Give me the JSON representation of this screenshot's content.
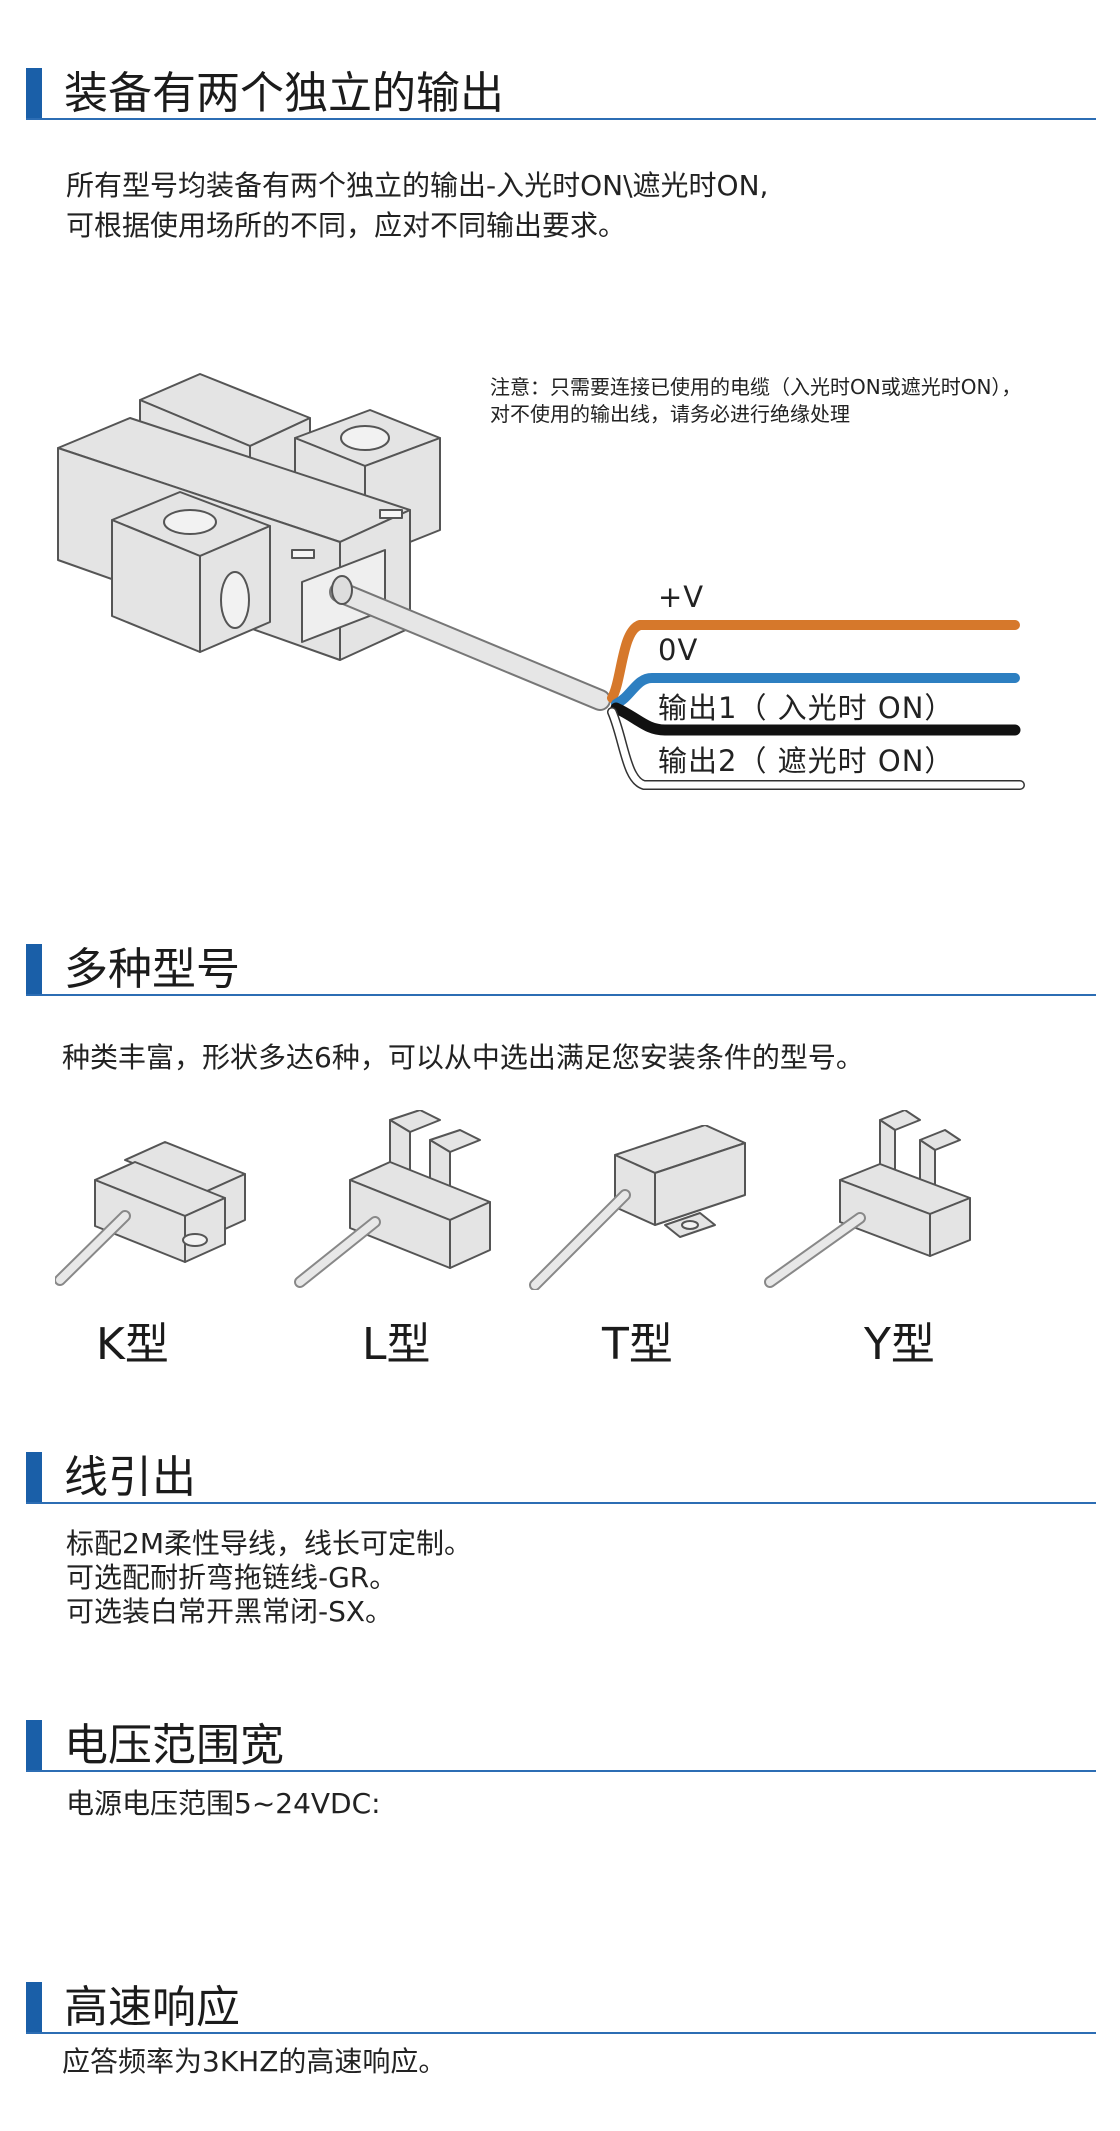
{
  "sections": {
    "outputs": {
      "title": "装备有两个独立的输出",
      "line1": "所有型号均装备有两个独立的输出-入光时ON\\遮光时ON,",
      "line2": "可根据使用场所的不同，应对不同输出要求。",
      "note_line1": "注意：只需要连接已使用的电缆（入光时ON或遮光时ON），",
      "note_line2": "对不使用的输出线，请务必进行绝缘处理",
      "wires": [
        {
          "label": "+V",
          "color": "#d6782b"
        },
        {
          "label": "0V",
          "color": "#2d7fc1"
        },
        {
          "label": "输出1（ 入光时 ON）",
          "color": "#111111"
        },
        {
          "label": "输出2（ 遮光时 ON）",
          "color": "#ffffff"
        }
      ]
    },
    "models": {
      "title": "多种型号",
      "line1": "种类丰富，形状多达6种，可以从中选出满足您安装条件的型号。",
      "labels": [
        "K型",
        "L型",
        "T型",
        "Y型"
      ]
    },
    "cable": {
      "title": "线引出",
      "line1": "标配2M柔性导线，线长可定制。",
      "line2": "可选配耐折弯拖链线-GR。",
      "line3": "可选装白常开黑常闭-SX。"
    },
    "voltage": {
      "title": "电压范围宽",
      "line1": "电源电压范围5~24VDC:"
    },
    "response": {
      "title": "高速响应",
      "line1": "应答频率为3KHZ的高速响应。"
    }
  },
  "colors": {
    "accent": "#1a5fa8",
    "rule": "#2c6db4"
  }
}
